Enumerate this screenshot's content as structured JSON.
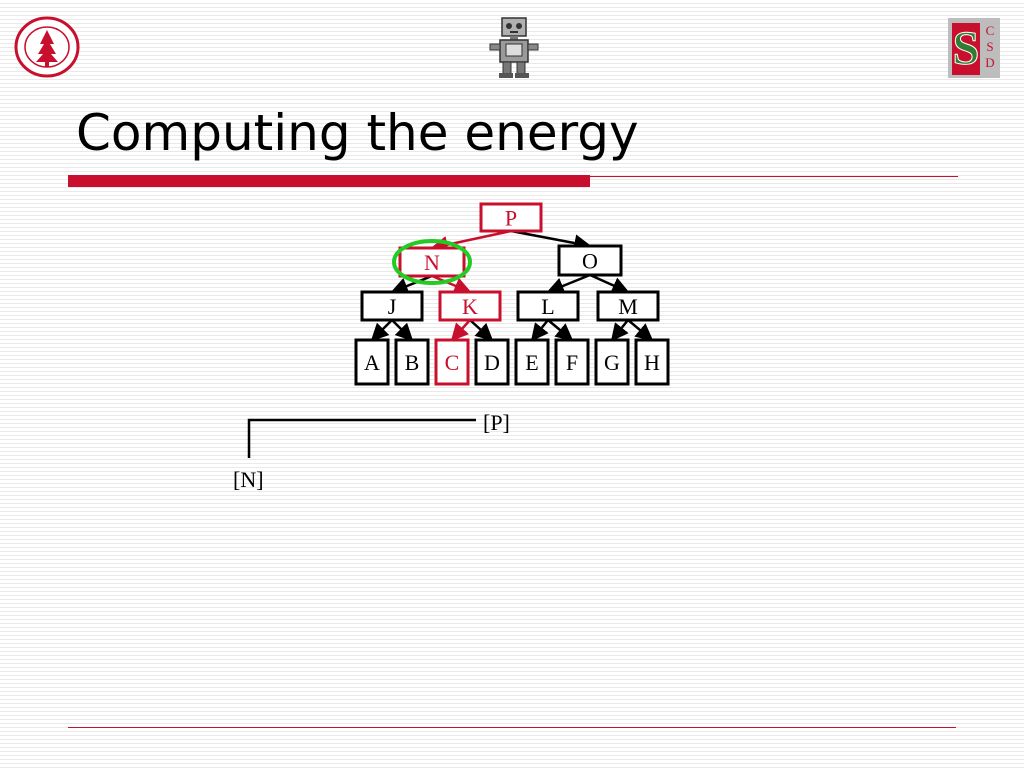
{
  "slide": {
    "title": "Computing the energy"
  },
  "logos": {
    "left": "university-seal-logo",
    "center": "robot-logo",
    "right": "csd-logo",
    "csd_letters": [
      "C",
      "S",
      "D"
    ]
  },
  "colors": {
    "accent": "#c8102e",
    "highlight_circle": "#22cc22",
    "highlight_node": "#c8102e",
    "normal_node": "#000000"
  },
  "tree": {
    "nodes": [
      {
        "id": "P",
        "label": "P",
        "highlighted": true
      },
      {
        "id": "N",
        "label": "N",
        "highlighted": true,
        "circled": true
      },
      {
        "id": "O",
        "label": "O",
        "highlighted": false
      },
      {
        "id": "J",
        "label": "J",
        "highlighted": false
      },
      {
        "id": "K",
        "label": "K",
        "highlighted": true
      },
      {
        "id": "L",
        "label": "L",
        "highlighted": false
      },
      {
        "id": "M",
        "label": "M",
        "highlighted": false
      },
      {
        "id": "A",
        "label": "A",
        "highlighted": false
      },
      {
        "id": "B",
        "label": "B",
        "highlighted": false
      },
      {
        "id": "C",
        "label": "C",
        "highlighted": true
      },
      {
        "id": "D",
        "label": "D",
        "highlighted": false
      },
      {
        "id": "E",
        "label": "E",
        "highlighted": false
      },
      {
        "id": "F",
        "label": "F",
        "highlighted": false
      },
      {
        "id": "G",
        "label": "G",
        "highlighted": false
      },
      {
        "id": "H",
        "label": "H",
        "highlighted": false
      }
    ],
    "edges": [
      {
        "from": "P",
        "to": "N",
        "highlighted": true
      },
      {
        "from": "P",
        "to": "O",
        "highlighted": false
      },
      {
        "from": "N",
        "to": "J",
        "highlighted": false
      },
      {
        "from": "N",
        "to": "K",
        "highlighted": true
      },
      {
        "from": "O",
        "to": "L",
        "highlighted": false
      },
      {
        "from": "O",
        "to": "M",
        "highlighted": false
      },
      {
        "from": "J",
        "to": "A",
        "highlighted": false
      },
      {
        "from": "J",
        "to": "B",
        "highlighted": false
      },
      {
        "from": "K",
        "to": "C",
        "highlighted": true
      },
      {
        "from": "K",
        "to": "D",
        "highlighted": false
      },
      {
        "from": "L",
        "to": "E",
        "highlighted": false
      },
      {
        "from": "L",
        "to": "F",
        "highlighted": false
      },
      {
        "from": "M",
        "to": "G",
        "highlighted": false
      },
      {
        "from": "M",
        "to": "H",
        "highlighted": false
      }
    ]
  },
  "brackets": {
    "top": "[P]",
    "bottom": "[N]"
  }
}
